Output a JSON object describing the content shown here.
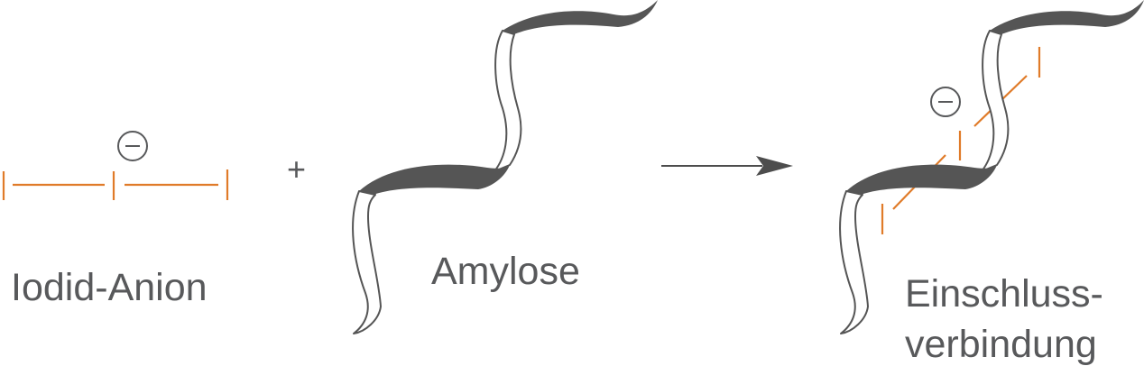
{
  "labels": {
    "iodide": "Iodid-Anion",
    "amylose": "Amylose",
    "product_line1": "Einschluss-",
    "product_line2": "verbindung",
    "plus": "+"
  },
  "symbols": {
    "charge": "minus-in-circle",
    "arrow": "reaction-arrow"
  },
  "colors": {
    "iodine": "#e07b29",
    "ribbon": "#555555",
    "text": "#58595b",
    "arrow": "#4d4d4d"
  }
}
